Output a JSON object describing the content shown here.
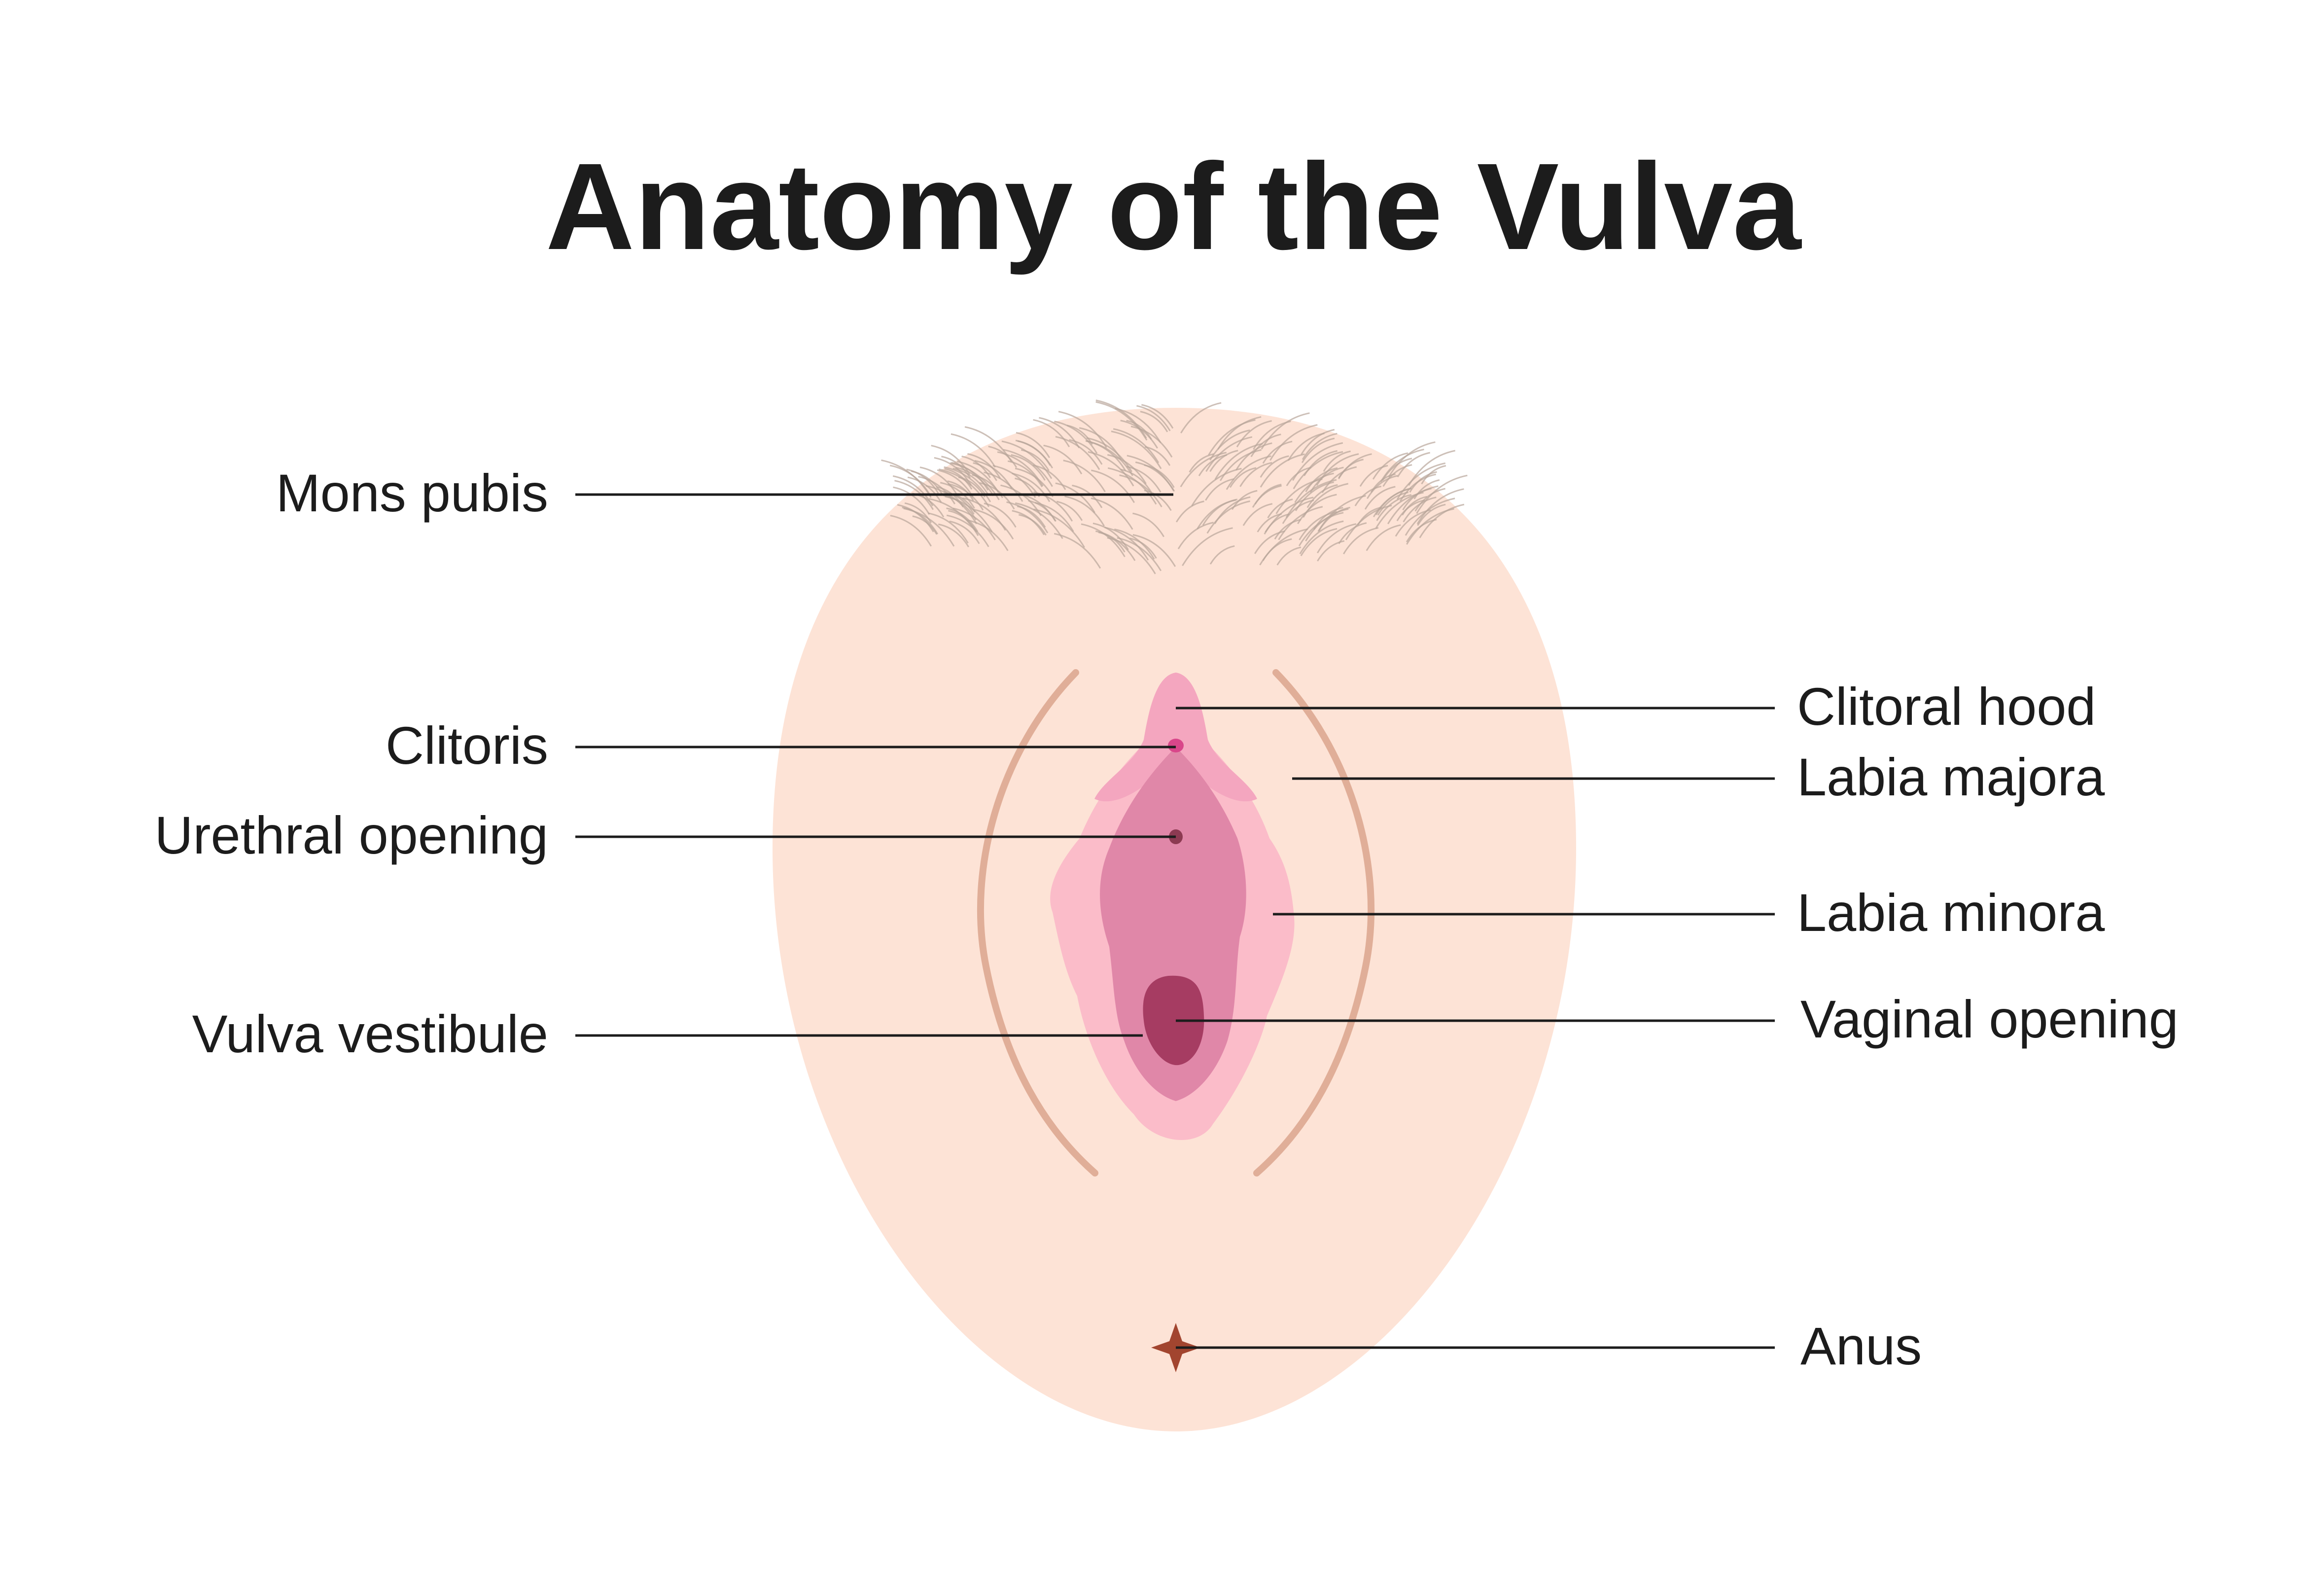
{
  "title": "Anatomy of the Vulva",
  "labels_left": {
    "mons_pubis": "Mons pubis",
    "clitoris": "Clitoris",
    "urethral_opening": "Urethral opening",
    "vulva_vestibule": "Vulva vestibule"
  },
  "labels_right": {
    "clitoral_hood": "Clitoral hood",
    "labia_majora": "Labia majora",
    "labia_minora": "Labia minora",
    "vaginal_opening": "Vaginal opening",
    "anus": "Anus"
  },
  "colors": {
    "skin": "#fde3d6",
    "hair": "#b8a59a",
    "labia_majora_fold": "#e0ae98",
    "labia_minora": "#fbbcc9",
    "clitoral_hood": "#f4a6bf",
    "vestibule": "#e087a8",
    "vaginal_opening": "#a63c62",
    "clitoris": "#d9468a",
    "anus": "#a2452f"
  }
}
